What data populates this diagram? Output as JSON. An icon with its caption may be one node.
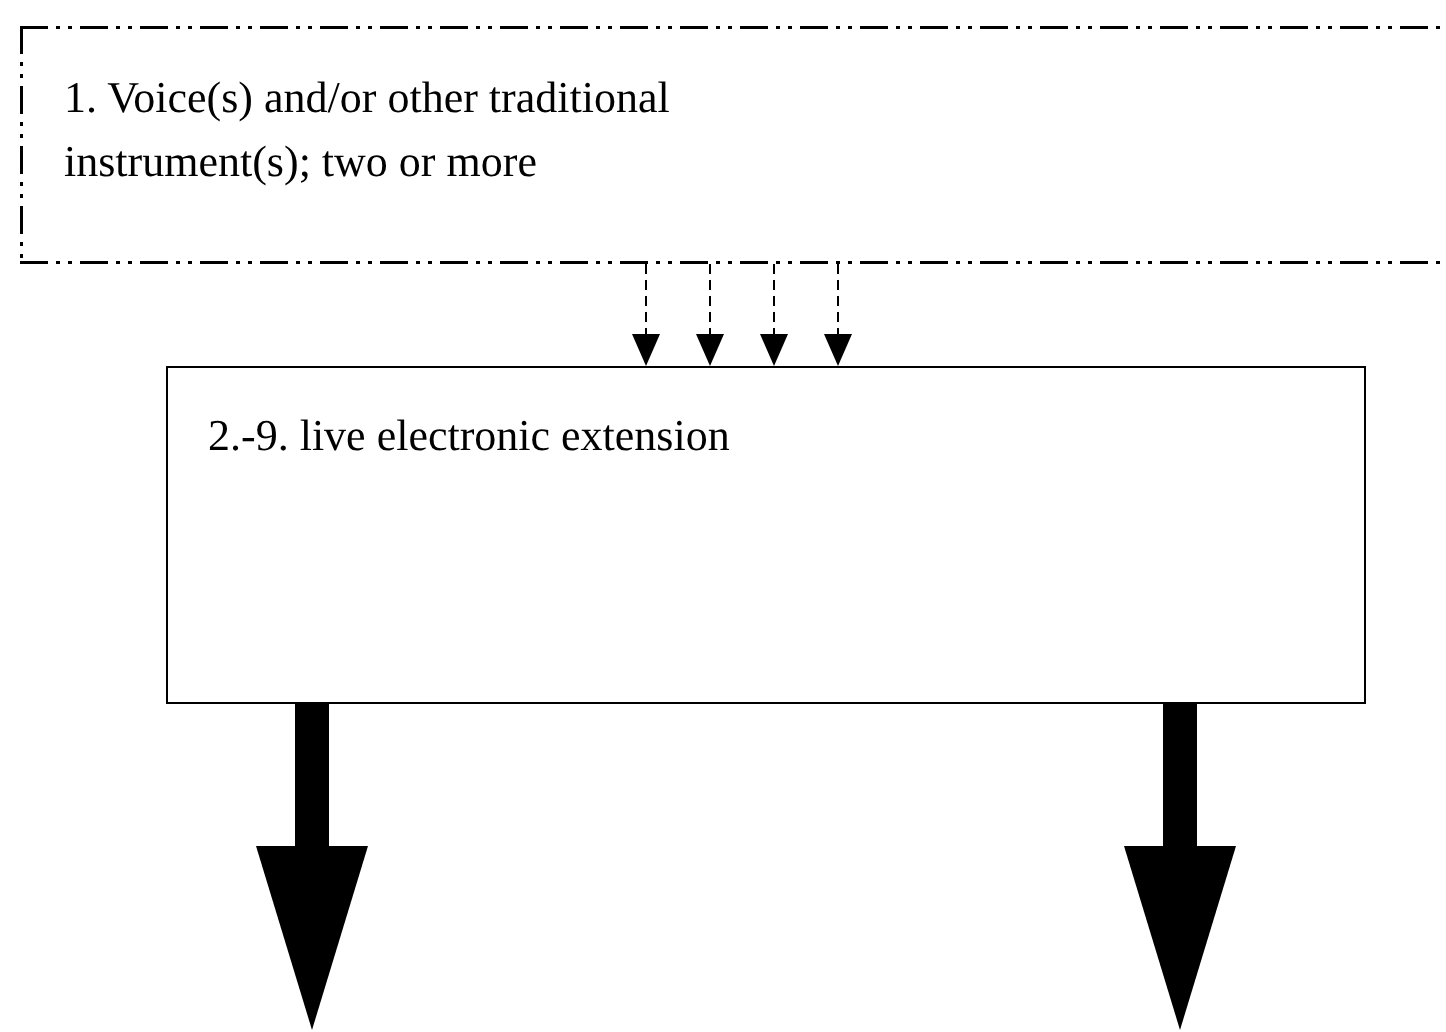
{
  "diagram": {
    "nodes": [
      {
        "text": [
          "1. Voice(s) and/or other traditional instrument(s); two or more"
        ]
      },
      {
        "text": [
          "2.-9. live electronic extension"
        ]
      }
    ],
    "edges": [
      {
        "from": 0,
        "to": 1,
        "arrow": "to",
        "style": "dashed"
      },
      {
        "from": 0,
        "to": 1,
        "arrow": "to",
        "style": "dashed"
      },
      {
        "from": 0,
        "to": 1,
        "arrow": "to",
        "style": "dashed"
      },
      {
        "from": 0,
        "to": 1,
        "arrow": "to",
        "style": "dashed"
      },
      {
        "from": 1,
        "to": null,
        "arrow": "to",
        "style": "thick"
      },
      {
        "from": 1,
        "to": null,
        "arrow": "to",
        "style": "thick"
      }
    ]
  }
}
